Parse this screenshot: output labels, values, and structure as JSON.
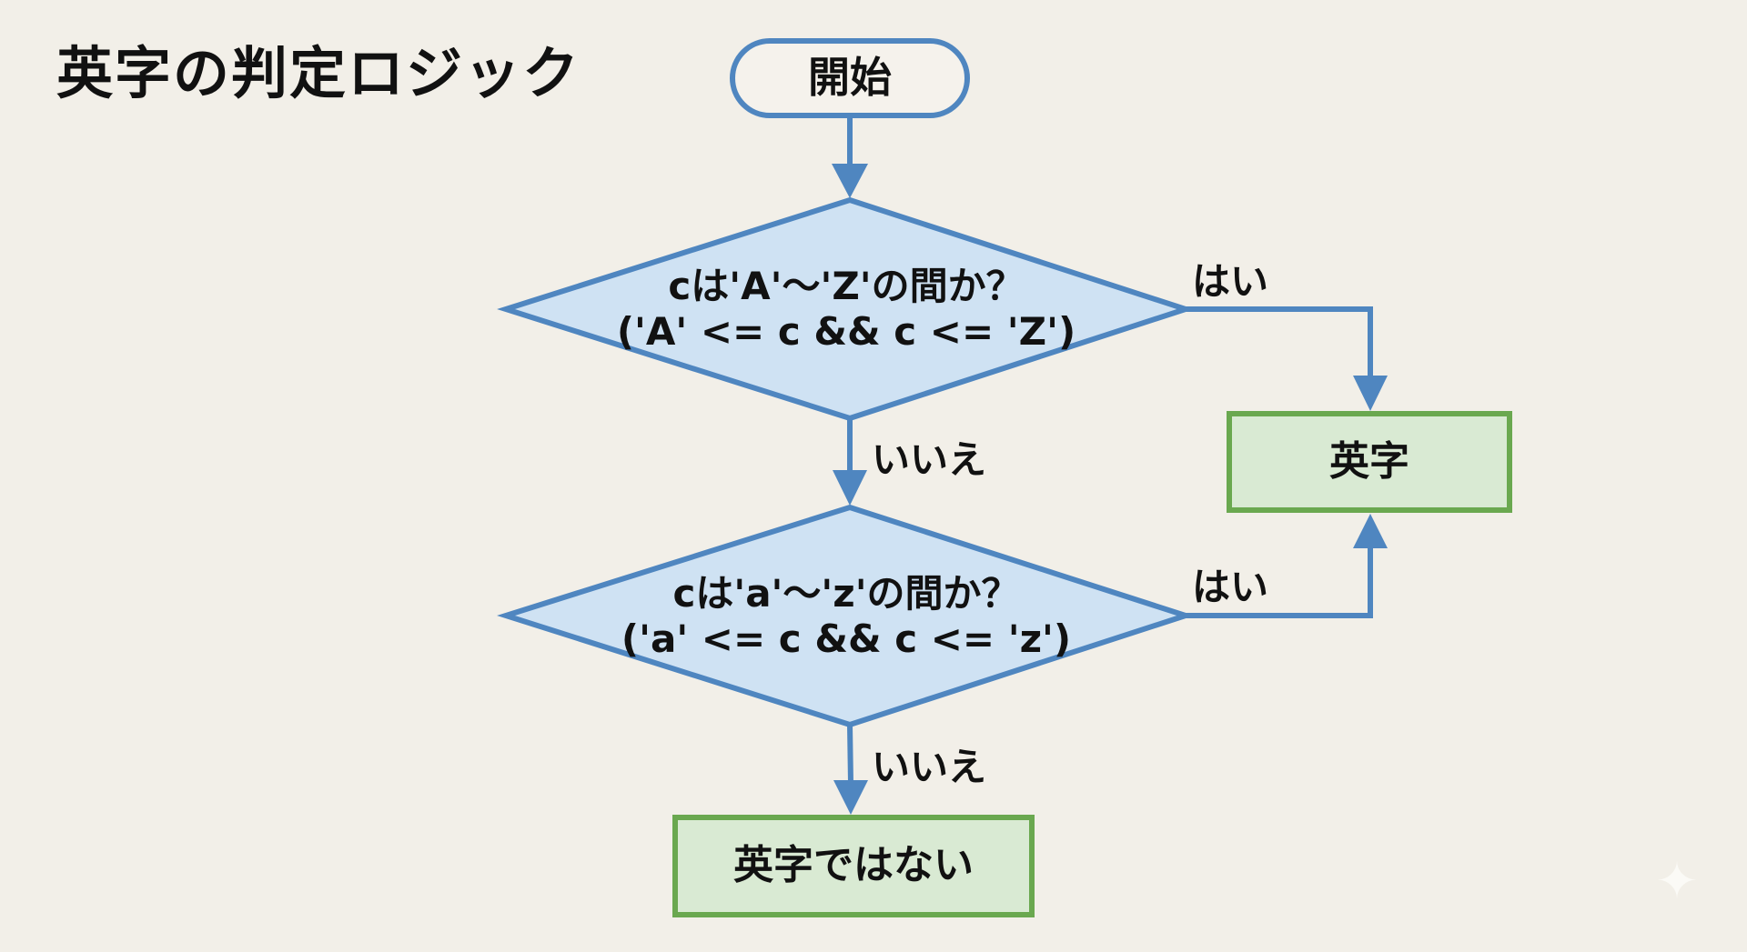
{
  "title": "英字の判定ロジック",
  "colors": {
    "background": "#f2efe8",
    "flow_stroke": "#4f86c0",
    "decision_fill": "#cfe2f3",
    "result_stroke": "#6aa84f",
    "result_fill": "#d9ead3",
    "start_fill": "#f5f2ec",
    "text": "#111111"
  },
  "nodes": {
    "start": {
      "label": "開始",
      "type": "terminator"
    },
    "decision_upper": {
      "type": "decision",
      "line1": "cは'A'〜'Z'の間か？",
      "line2": "('A' <= c && c <= 'Z')"
    },
    "decision_lower": {
      "type": "decision",
      "line1": "cは'a'〜'z'の間か？",
      "line2": "('a' <= c && c <= 'z')"
    },
    "result_letter": {
      "label": "英字",
      "type": "process"
    },
    "result_not_letter": {
      "label": "英字ではない",
      "type": "process"
    }
  },
  "edges": [
    {
      "from": "start",
      "to": "decision_upper",
      "label": ""
    },
    {
      "from": "decision_upper",
      "to": "result_letter",
      "label": "はい"
    },
    {
      "from": "decision_upper",
      "to": "decision_lower",
      "label": "いいえ"
    },
    {
      "from": "decision_lower",
      "to": "result_letter",
      "label": "はい"
    },
    {
      "from": "decision_lower",
      "to": "result_not_letter",
      "label": "いいえ"
    }
  ],
  "watermark": {
    "icon": "sparkle-icon",
    "glyph": "✦"
  }
}
